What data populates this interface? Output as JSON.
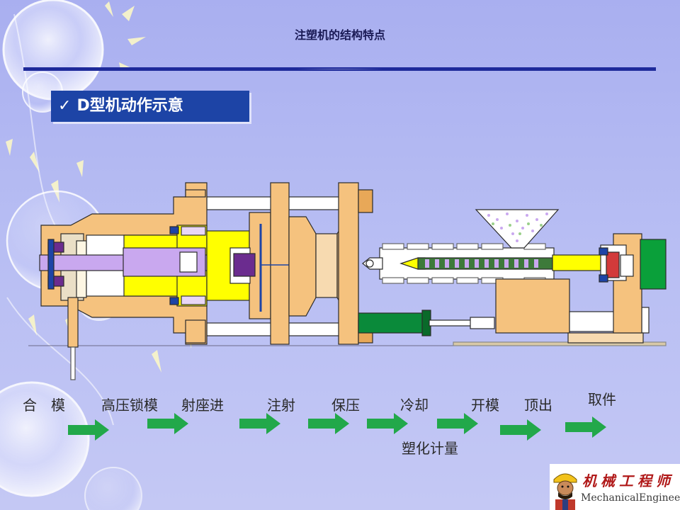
{
  "slide": {
    "title": "注塑机的结构特点",
    "subtitle": "D型机动作示意",
    "subtitle_check": "✓"
  },
  "process": {
    "steps": [
      {
        "label": "合　模"
      },
      {
        "label": "高压锁模"
      },
      {
        "label": "射座进"
      },
      {
        "label": "注射"
      },
      {
        "label": "保压"
      },
      {
        "label": "冷却"
      },
      {
        "label": "开模"
      },
      {
        "label": "顶出"
      },
      {
        "label": "取件"
      }
    ],
    "extra_label": "塑化计量",
    "arrow_color": "#22a84a"
  },
  "logo": {
    "cn": "机械工程师",
    "en": "MechanicalEngineers"
  },
  "colors": {
    "frame": "#f5c27e",
    "outline": "#2b2b2b",
    "hydraulic": "#ffff00",
    "rod": "#c9a8ef",
    "accent": "#1d44a6",
    "green": "#0a8a3a"
  }
}
